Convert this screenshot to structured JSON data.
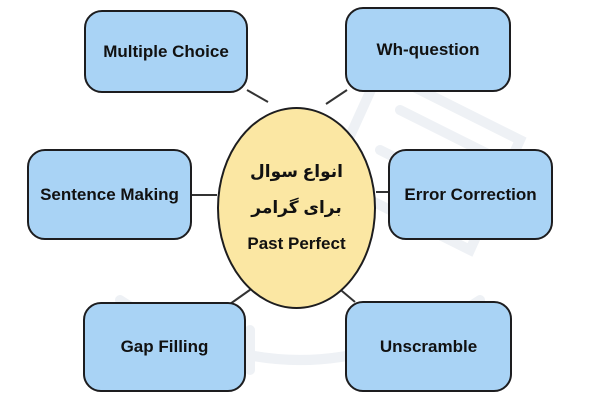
{
  "diagram": {
    "center": {
      "lines": [
        "انواع سوال",
        "برای گرامر",
        "Past Perfect"
      ]
    },
    "nodes": {
      "multiple_choice": "Multiple Choice",
      "wh_question": "Wh-question",
      "sentence_making": "Sentence Making",
      "error_correction": "Error Correction",
      "gap_filling": "Gap Filling",
      "unscramble": "Unscramble"
    }
  },
  "colors": {
    "node_fill": "#a9d3f5",
    "center_fill": "#fbe7a3",
    "outline": "#1d1d1f",
    "connector": "#333333"
  }
}
